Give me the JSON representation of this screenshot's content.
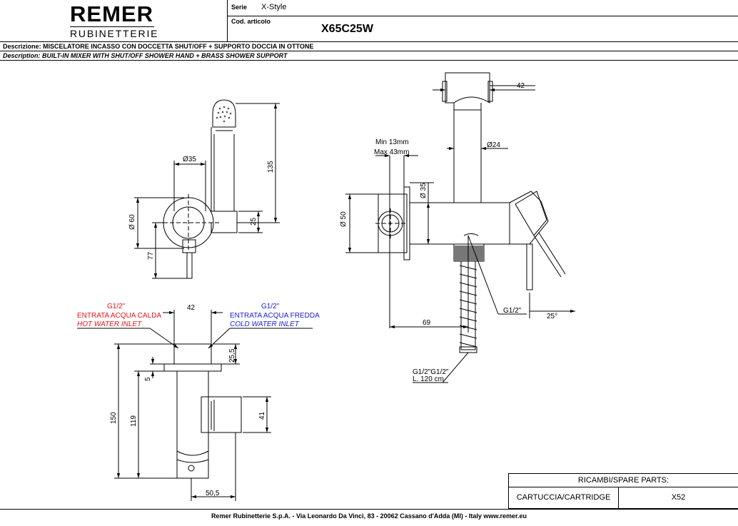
{
  "header": {
    "brand": "REMER",
    "brand_sub": "RUBINETTERIE",
    "serie_label": "Serie",
    "serie_value": "X-Style",
    "cod_label": "Cod. articolo",
    "cod_value": "X65C25W",
    "desc_it_label": "Descrizione:",
    "desc_it_value": "MISCELATORE INCASSO CON DOCCETTA SHUT/OFF + SUPPORTO DOCCIA IN OTTONE",
    "desc_en_label": "Description:",
    "desc_en_value": "BUILT-IN MIXER WITH SHUT/OFF SHOWER HAND + BRASS SHOWER SUPPORT"
  },
  "drawing": {
    "dims": {
      "d35_top": "Ø35",
      "d60": "Ø 60",
      "d135": "135",
      "d25": "25",
      "d77": "77",
      "d42_right": "42",
      "min13": "Min 13mm",
      "max43": "Max 43mm",
      "d24": "Ø24",
      "d35_right": "Ø 35",
      "d50": "Ø 50",
      "d69": "69",
      "g12_right": "G1/2\"",
      "ang25": "25°",
      "hose1": "G1/2\"G1/2\"",
      "hose2": "L. 120 cm",
      "d42_bottom": "42",
      "d25_5": "25,5",
      "d5": "5",
      "d150": "150",
      "d119": "119",
      "d41": "41",
      "d50_5": "50,5"
    },
    "hot": {
      "g": "G1/2\"",
      "it": "ENTRATA ACQUA CALDA",
      "en": "HOT WATER INLET",
      "color": "#e8141a"
    },
    "cold": {
      "g": "G1/2\"",
      "it": "ENTRATA ACQUA FREDDA",
      "en": "COLD WATER INLET",
      "color": "#1a1adc"
    }
  },
  "parts": {
    "title": "RICAMBI/SPARE PARTS:",
    "name": "CARTUCCIA/CARTRIDGE",
    "code": "X52"
  },
  "footer": "Remer Rubinetterie S.p.A. - Via Leonardo Da Vinci, 83 - 20062 Cassano d'Adda (MI) - Italy www.remer.eu"
}
